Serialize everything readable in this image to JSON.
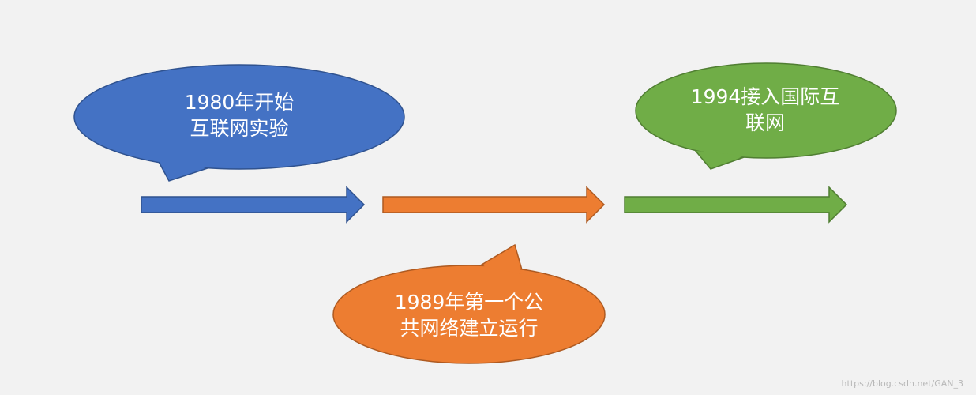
{
  "events": [
    {
      "lines": [
        "1980年开始",
        "互联网实验"
      ],
      "color": "#4472c4"
    },
    {
      "lines": [
        "1989年第一个公",
        "共网络建立运行"
      ],
      "color": "#ed7d31"
    },
    {
      "lines": [
        "1994接入国际互",
        "联网"
      ],
      "color": "#70ad47"
    }
  ],
  "watermark": "https://blog.csdn.net/GAN_3"
}
